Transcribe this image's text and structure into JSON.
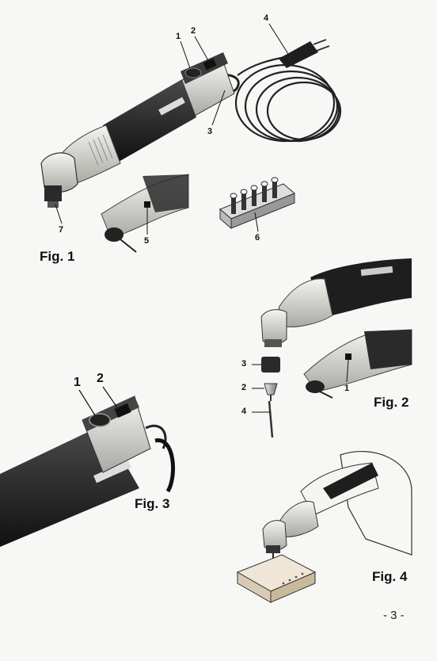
{
  "figures": {
    "fig1": {
      "label": "Fig. 1",
      "callouts": [
        "1",
        "2",
        "3",
        "4",
        "5",
        "6",
        "7"
      ]
    },
    "fig2": {
      "label": "Fig. 2",
      "callouts": [
        "1",
        "2",
        "3",
        "4"
      ]
    },
    "fig3": {
      "label": "Fig. 3",
      "callouts": [
        "1",
        "2"
      ]
    },
    "fig4": {
      "label": "Fig. 4"
    }
  },
  "page_number": "- 3 -",
  "colors": {
    "tool_body": "#1c1c1c",
    "grip": "#d9d9d4",
    "ink": "#111111"
  }
}
